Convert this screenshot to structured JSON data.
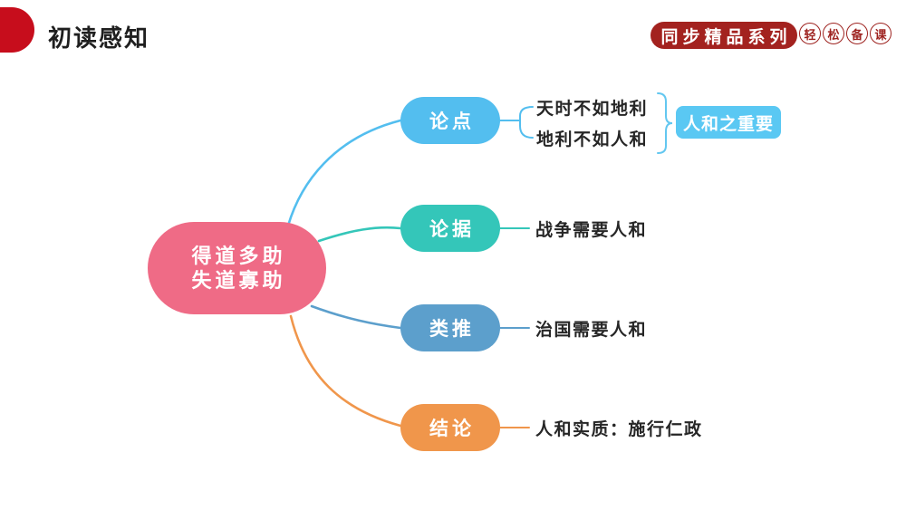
{
  "header": {
    "title": "初读感知",
    "brand": {
      "series_label": "同步精品系列",
      "circle_labels": [
        "轻",
        "松",
        "备",
        "课"
      ],
      "brand_red": "#a3221f",
      "bullet_red": "#c70d1c"
    }
  },
  "mindmap": {
    "root": {
      "line1": "得道多助",
      "line2": "失道寡助",
      "color": "#ef6b86"
    },
    "branches": [
      {
        "label": "论点",
        "color": "#53beef",
        "children": [
          "天时不如地利",
          "地利不如人和"
        ],
        "callout": "人和之重要",
        "callout_color": "#5ac8f3"
      },
      {
        "label": "论据",
        "color": "#34c6b9",
        "children": [
          "战争需要人和"
        ]
      },
      {
        "label": "类推",
        "color": "#5c9fcc",
        "children": [
          "治国需要人和"
        ]
      },
      {
        "label": "结论",
        "color": "#f0964b",
        "children": [
          "人和实质：施行仁政"
        ]
      }
    ],
    "brace_color": "#63c7f0"
  }
}
